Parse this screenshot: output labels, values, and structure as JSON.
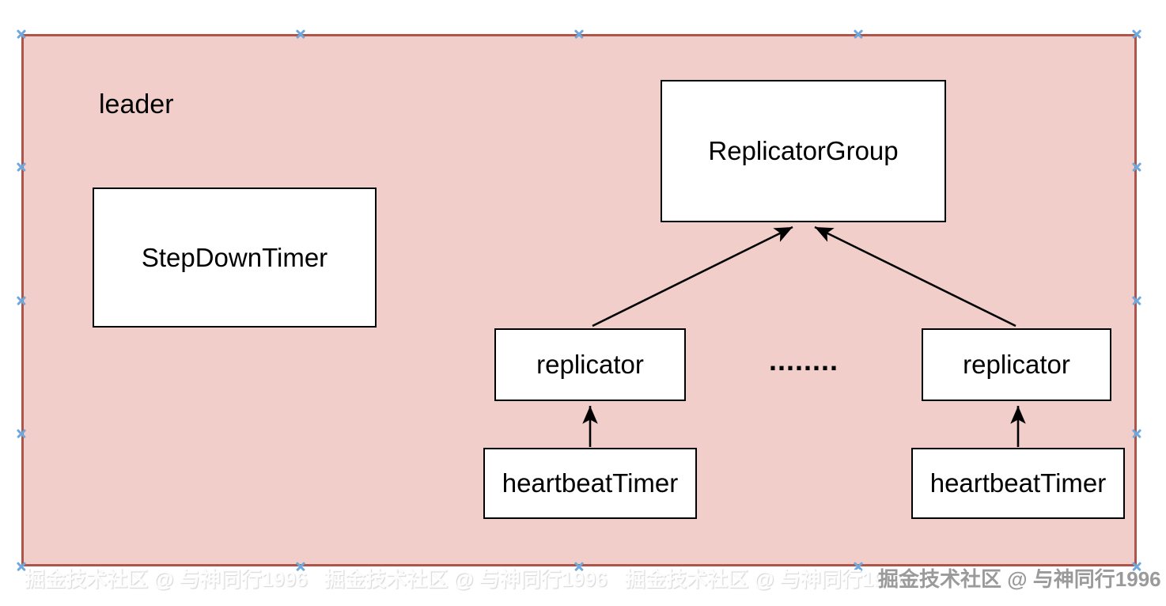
{
  "diagram": {
    "container": {
      "label": "leader",
      "fill_color": "#F2CECA",
      "border_color": "#AD544B"
    },
    "nodes": [
      {
        "id": "replicator-group",
        "label": "ReplicatorGroup"
      },
      {
        "id": "step-down-timer",
        "label": "StepDownTimer"
      },
      {
        "id": "replicator-left",
        "label": "replicator"
      },
      {
        "id": "replicator-right",
        "label": "replicator"
      },
      {
        "id": "heartbeat-timer-left",
        "label": "heartbeatTimer"
      },
      {
        "id": "heartbeat-timer-right",
        "label": "heartbeatTimer"
      }
    ],
    "edges": [
      {
        "from": "replicator-left",
        "to": "replicator-group"
      },
      {
        "from": "replicator-right",
        "to": "replicator-group"
      },
      {
        "from": "heartbeat-timer-left",
        "to": "replicator-left"
      },
      {
        "from": "heartbeat-timer-right",
        "to": "replicator-right"
      }
    ],
    "ellipsis_text": "........",
    "arrow_color": "#000000",
    "connection_point_color": "#6FA8DC"
  },
  "watermark": {
    "text": "掘金技术社区 @ 与神同行1996",
    "color": "#9A9A9A"
  }
}
